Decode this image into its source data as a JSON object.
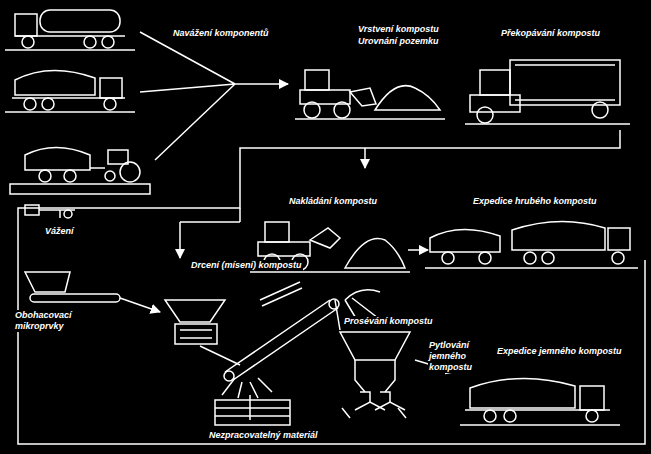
{
  "diagram": {
    "labels": [
      "Navážení komponentů",
      "Vrstvení kompostu",
      "Urovnání pozemku",
      "Překopávání kompostu",
      "Vážení",
      "Nakládání kompostu",
      "Expedice hrubého kompostu",
      "Drcení (mísení) kompostu",
      "Obohacovací mikroprvky",
      "Prosévání kompostu",
      "Pytlování jemného kompostu",
      "Expedice jemného kompostu",
      "Nezpracovatelný materiál"
    ]
  }
}
